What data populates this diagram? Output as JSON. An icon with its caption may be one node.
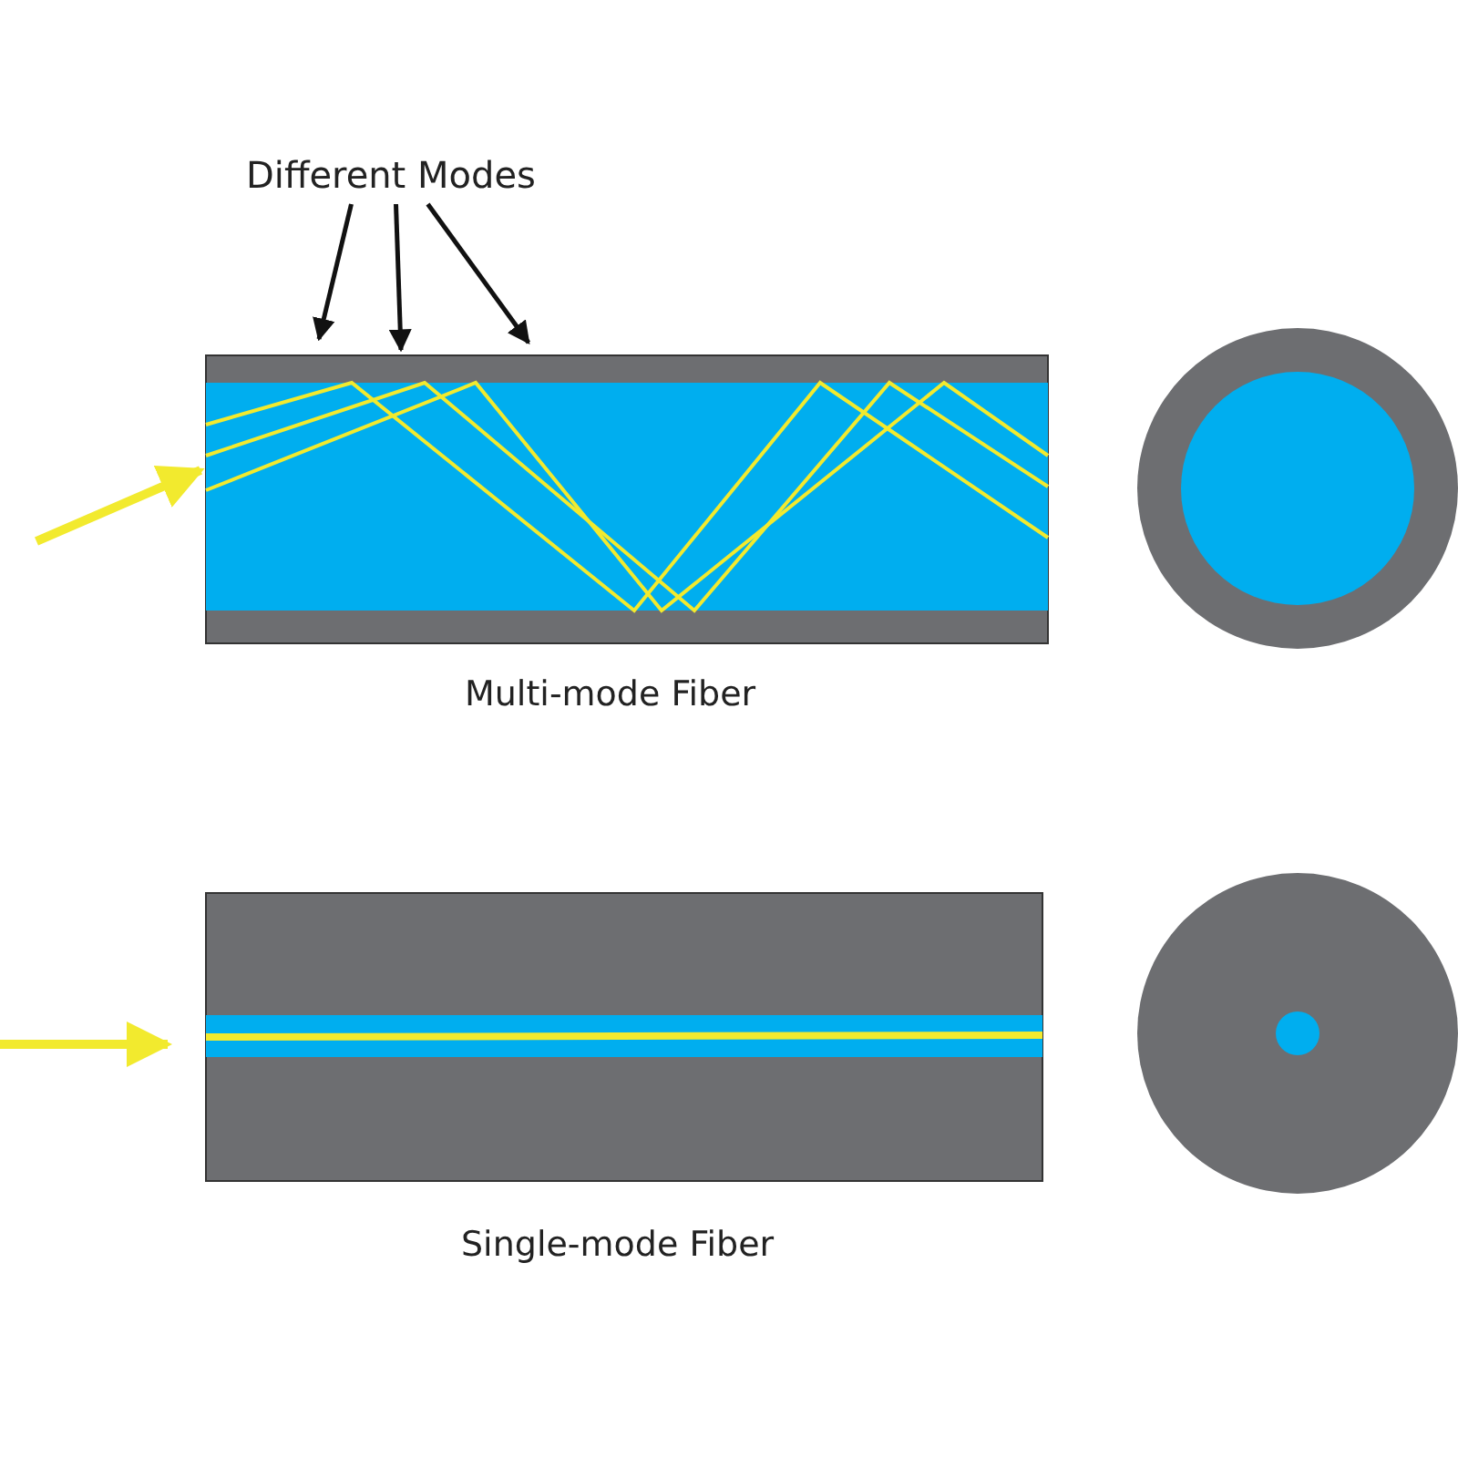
{
  "diagram": {
    "nodes": [
      {
        "text": [
          "Different Modes"
        ]
      },
      {
        "text": [],
        "shape": "picture",
        "beside": [
          "Multi-mode Fiber"
        ]
      },
      {
        "text": [],
        "shape": "picture",
        "beside": [
          "Single-mode Fiber"
        ]
      }
    ],
    "edges": [
      {
        "from": 0,
        "to": 1,
        "arrow": "to"
      },
      {
        "from": 0,
        "to": 1,
        "arrow": "to"
      },
      {
        "from": 0,
        "to": 1,
        "arrow": "to"
      },
      {
        "from": null,
        "to": 1,
        "arrow": "to",
        "style": "thick",
        "color": "#f2ea2e"
      },
      {
        "from": null,
        "to": 2,
        "arrow": "to",
        "style": "thick",
        "color": "#f2ea2e"
      }
    ]
  }
}
